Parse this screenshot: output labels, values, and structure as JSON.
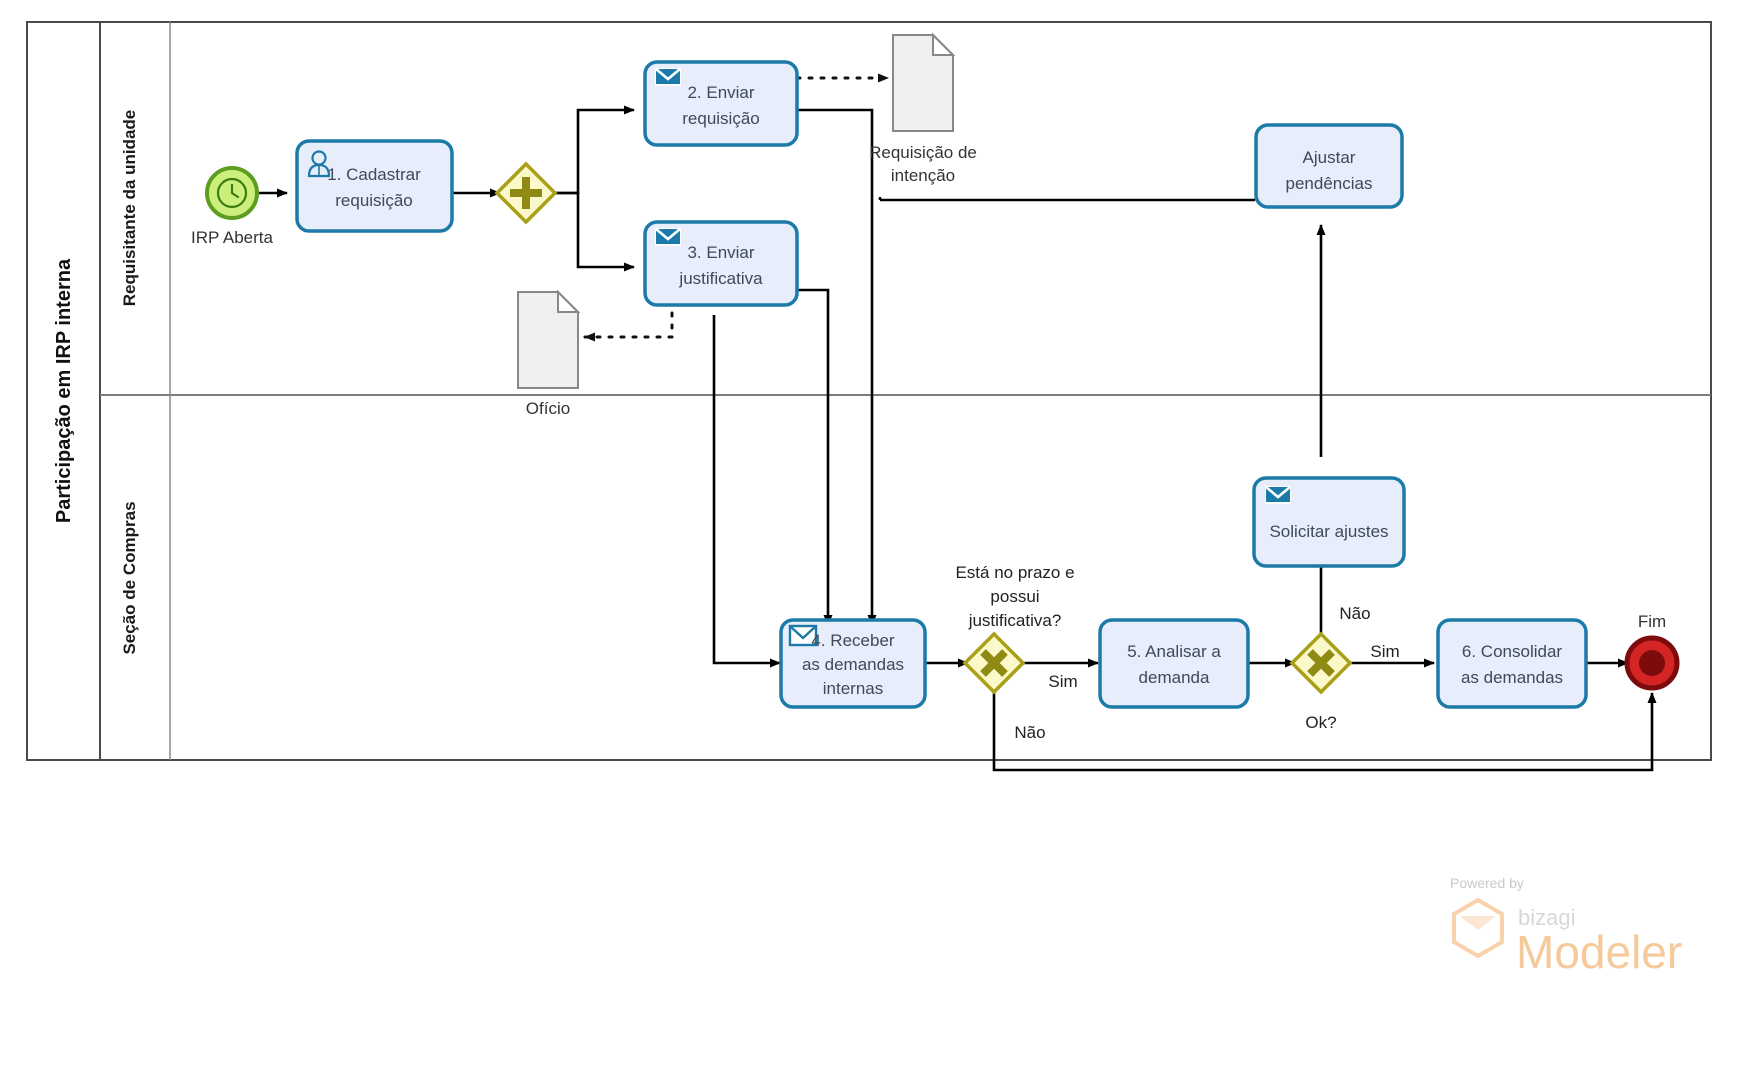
{
  "diagram": {
    "type": "bpmn",
    "pool": {
      "title": "Participação em IRP interna"
    },
    "lanes": [
      {
        "id": "lane-requisitante",
        "title": "Requisitante da unidade"
      },
      {
        "id": "lane-compras",
        "title": "Seção de Compras"
      }
    ],
    "events": [
      {
        "id": "start",
        "kind": "start-timer",
        "label": "IRP Aberta",
        "icon": "clock-icon",
        "color": "#a0d468"
      },
      {
        "id": "end",
        "kind": "end",
        "label": "Fim",
        "color": "#b01010"
      }
    ],
    "tasks": [
      {
        "id": "t1",
        "label_l1": "1. Cadastrar",
        "label_l2": "requisição",
        "icon": "user-task-icon",
        "lane": "lane-requisitante"
      },
      {
        "id": "t2",
        "label_l1": "2. Enviar",
        "label_l2": "requisição",
        "icon": "send-task-icon",
        "lane": "lane-requisitante"
      },
      {
        "id": "t3",
        "label_l1": "3. Enviar",
        "label_l2": "justificativa",
        "icon": "send-task-icon",
        "lane": "lane-requisitante"
      },
      {
        "id": "t4",
        "label_l1": "4. Receber",
        "label_l2": "as demandas",
        "label_l3": "internas",
        "icon": "receive-task-icon",
        "lane": "lane-compras"
      },
      {
        "id": "t5",
        "label_l1": "5. Analisar a",
        "label_l2": "demanda",
        "icon": "none",
        "lane": "lane-compras"
      },
      {
        "id": "t6",
        "label_l1": "6. Consolidar",
        "label_l2": "as demandas",
        "icon": "none",
        "lane": "lane-compras"
      },
      {
        "id": "t7",
        "label_l1": "Solicitar ajustes",
        "icon": "send-task-icon",
        "lane": "lane-compras"
      },
      {
        "id": "t8",
        "label_l1": "Ajustar",
        "label_l2": "pendências",
        "icon": "none",
        "lane": "lane-requisitante"
      }
    ],
    "gateways": [
      {
        "id": "g1",
        "kind": "parallel",
        "symbol": "plus"
      },
      {
        "id": "g2",
        "kind": "exclusive",
        "symbol": "x",
        "condition_l1": "Está no prazo e",
        "condition_l2": "possui",
        "condition_l3": "justificativa?"
      },
      {
        "id": "g3",
        "kind": "exclusive",
        "symbol": "x",
        "condition_l1": "Ok?"
      }
    ],
    "data_objects": [
      {
        "id": "d1",
        "label_l1": "Requisição de",
        "label_l2": "intenção"
      },
      {
        "id": "d2",
        "label_l1": "Ofício"
      }
    ],
    "flow_labels": {
      "g2_yes": "Sim",
      "g2_no": "Não",
      "g3_yes": "Sim",
      "g3_no": "Não"
    },
    "colors": {
      "task_border": "#1b7aa8",
      "task_fill": "#e8edfb",
      "gateway_fill": "#fbf9c9",
      "gateway_border": "#a8a019",
      "gateway_symbol": "#8f8a14",
      "start_fill": "#ccef7c",
      "start_border": "#5d9e20",
      "end_fill": "#d42424",
      "end_border": "#7d0b0b",
      "data_fill": "#efefef",
      "data_border": "#878787",
      "flow": "#000000",
      "accent_brand": "#f5c99a"
    }
  },
  "branding": {
    "powered_by": "Powered by",
    "name_small": "bizagi",
    "name_big": "Modeler"
  }
}
